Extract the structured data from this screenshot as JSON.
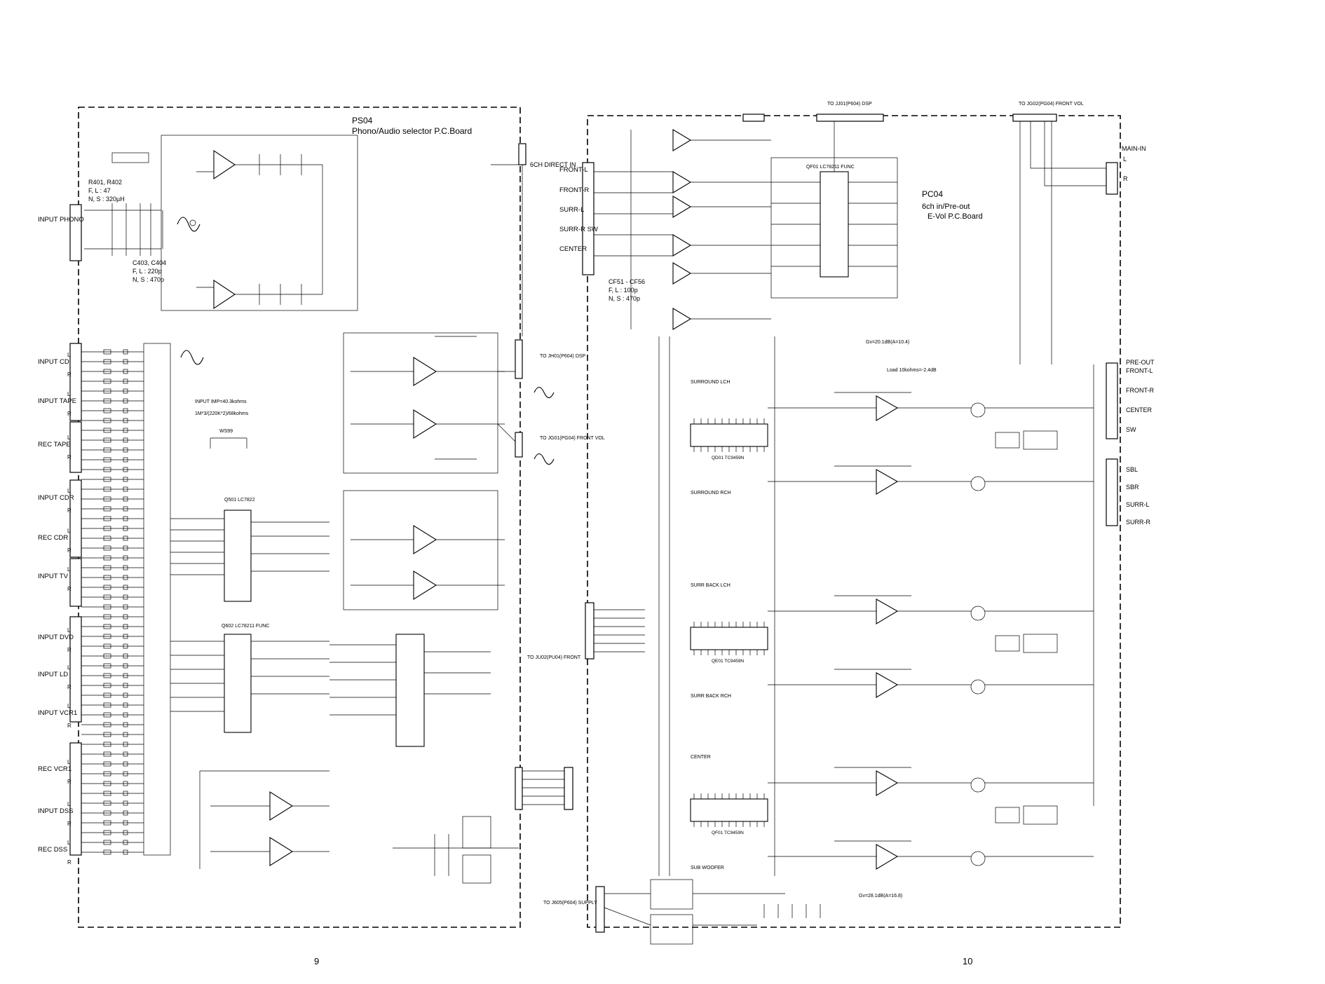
{
  "left_board": {
    "name": "PS04",
    "desc": "Phono/Audio selector P.C.Board",
    "phono_note_1": "R401, R402",
    "phono_note_2": "F, L : 47",
    "phono_note_3": "N, S : 320µH",
    "phono_note_4": "C403, C404",
    "phono_note_5": "F, L : 220p",
    "phono_note_6": "N, S : 470p",
    "input_imp_1": "INPUT IMP=40.3kohms",
    "input_imp_2": "1M*3/(220K*2)/68kohms",
    "switch_label": "WS99",
    "inputs": [
      {
        "id": "phono",
        "label": "INPUT PHONO"
      },
      {
        "id": "cd",
        "label": "INPUT CD"
      },
      {
        "id": "tape",
        "label": "INPUT TAPE"
      },
      {
        "id": "rec-tape",
        "label": "REC TAPE"
      },
      {
        "id": "cdr",
        "label": "INPUT CDR"
      },
      {
        "id": "rec-cdr",
        "label": "REC CDR"
      },
      {
        "id": "tv",
        "label": "INPUT TV"
      },
      {
        "id": "dvd",
        "label": "INPUT DVD"
      },
      {
        "id": "ld",
        "label": "INPUT LD"
      },
      {
        "id": "vcr1",
        "label": "INPUT VCR1"
      },
      {
        "id": "rec-vcr1",
        "label": "REC VCR1"
      },
      {
        "id": "dss",
        "label": "INPUT DSS"
      },
      {
        "id": "rec-dss",
        "label": "REC DSS"
      }
    ],
    "six_ch_direct": "6CH DIRECT IN",
    "to_dsp": "TO JH01(P604) DSP",
    "to_front_vol": "TO JG01(PG04) FRONT VOL",
    "to_front": "TO JU02(PU04) FRONT",
    "ic_selector": "Q501 LC7822",
    "ic_func": "Q602 LC78211 FUNC"
  },
  "right_board": {
    "name": "PC04",
    "desc_1": "6ch in/Pre-out",
    "desc_2": "E-Vol P.C.Board",
    "dsp_conn": "TO JJ01(P604) DSP",
    "front_vol_conn": "TO JG02(PG04) FRONT VOL",
    "cf_note_1": "CF51 - CF56",
    "cf_note_2": "F, L : 100p",
    "cf_note_3": "N, S : 470p",
    "supply_conn": "TO J605(P604) SUPPLY",
    "six_ch_inputs": [
      "FRONT-L",
      "FRONT-R",
      "SURR-L",
      "SURR-R SW",
      "CENTER"
    ],
    "main_in": "MAIN-IN",
    "main_in_lr": [
      "L",
      "R"
    ],
    "pre_out": "PRE-OUT",
    "pre_out_ch": [
      "FRONT-L",
      "FRONT-R",
      "CENTER",
      "SW"
    ],
    "surr_out_ch": [
      "SBL",
      "SBR",
      "SURR-L",
      "SURR-R"
    ],
    "ch_blocks": [
      {
        "id": "surround",
        "label": "SURROUND LCH",
        "ic": "QD01 TC9459N",
        "label2": "SURROUND RCH"
      },
      {
        "id": "surr-back",
        "label": "SURR BACK LCH",
        "ic": "QE01 TC9459N",
        "label2": "SURR BACK RCH"
      },
      {
        "id": "center",
        "label": "CENTER",
        "ic": "QF01 TC9459N",
        "label2": "SUB WOOFER"
      }
    ],
    "gain_note_1": "Gv=20.1dB(A=10.4)",
    "gain_note_2": "Load 10kohms=-2.4dB",
    "gain_note_3": "Gv=28.1dB(A=16.8)",
    "ic_func": "QF01 LC78211 FUNC"
  },
  "page_numbers": {
    "left": "9",
    "right": "10"
  }
}
